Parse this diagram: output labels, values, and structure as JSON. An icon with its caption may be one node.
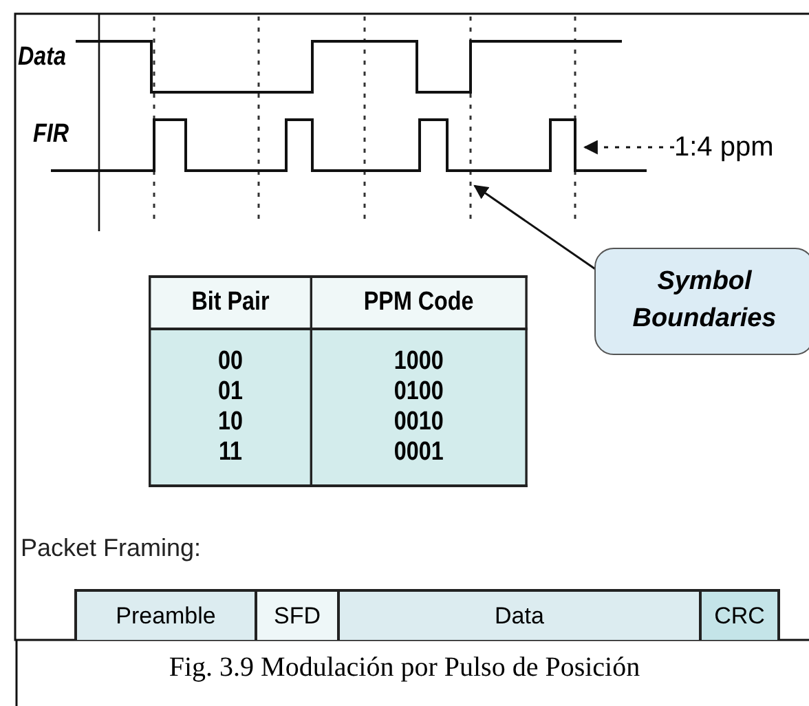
{
  "diagram": {
    "caption": "Fig. 3.9 Modulación por Pulso de Posición",
    "nodes": [
      {
        "text": [
          "1:4 ppm"
        ]
      },
      {
        "text": [
          "Symbol Boundaries"
        ]
      },
      {
        "text": [
          "Preamble"
        ]
      },
      {
        "text": [
          "SFD"
        ]
      },
      {
        "text": [
          "Data"
        ]
      },
      {
        "text": [
          "CRC"
        ]
      }
    ],
    "edges": [
      {
        "from": 0,
        "to": null,
        "arrow": "to",
        "style": "dashed"
      },
      {
        "from": 1,
        "to": null,
        "arrow": "to"
      }
    ],
    "labels": [
      "Data",
      "FIR",
      "Bit Pair",
      "PPM Code",
      "00 01 10 11",
      "1000 0100 0010 0001",
      "Packet Framing:"
    ]
  }
}
